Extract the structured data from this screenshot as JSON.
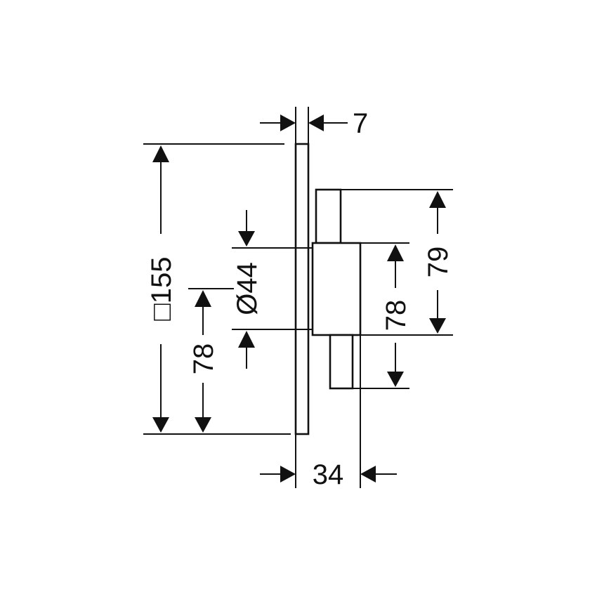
{
  "drawing": {
    "dimensions": {
      "plate_thickness": "7",
      "plate_size": "□155",
      "diameter": "Ø44",
      "lower_offset": "78",
      "projection": "34",
      "upper_height": "79",
      "center_offset": "78"
    }
  }
}
